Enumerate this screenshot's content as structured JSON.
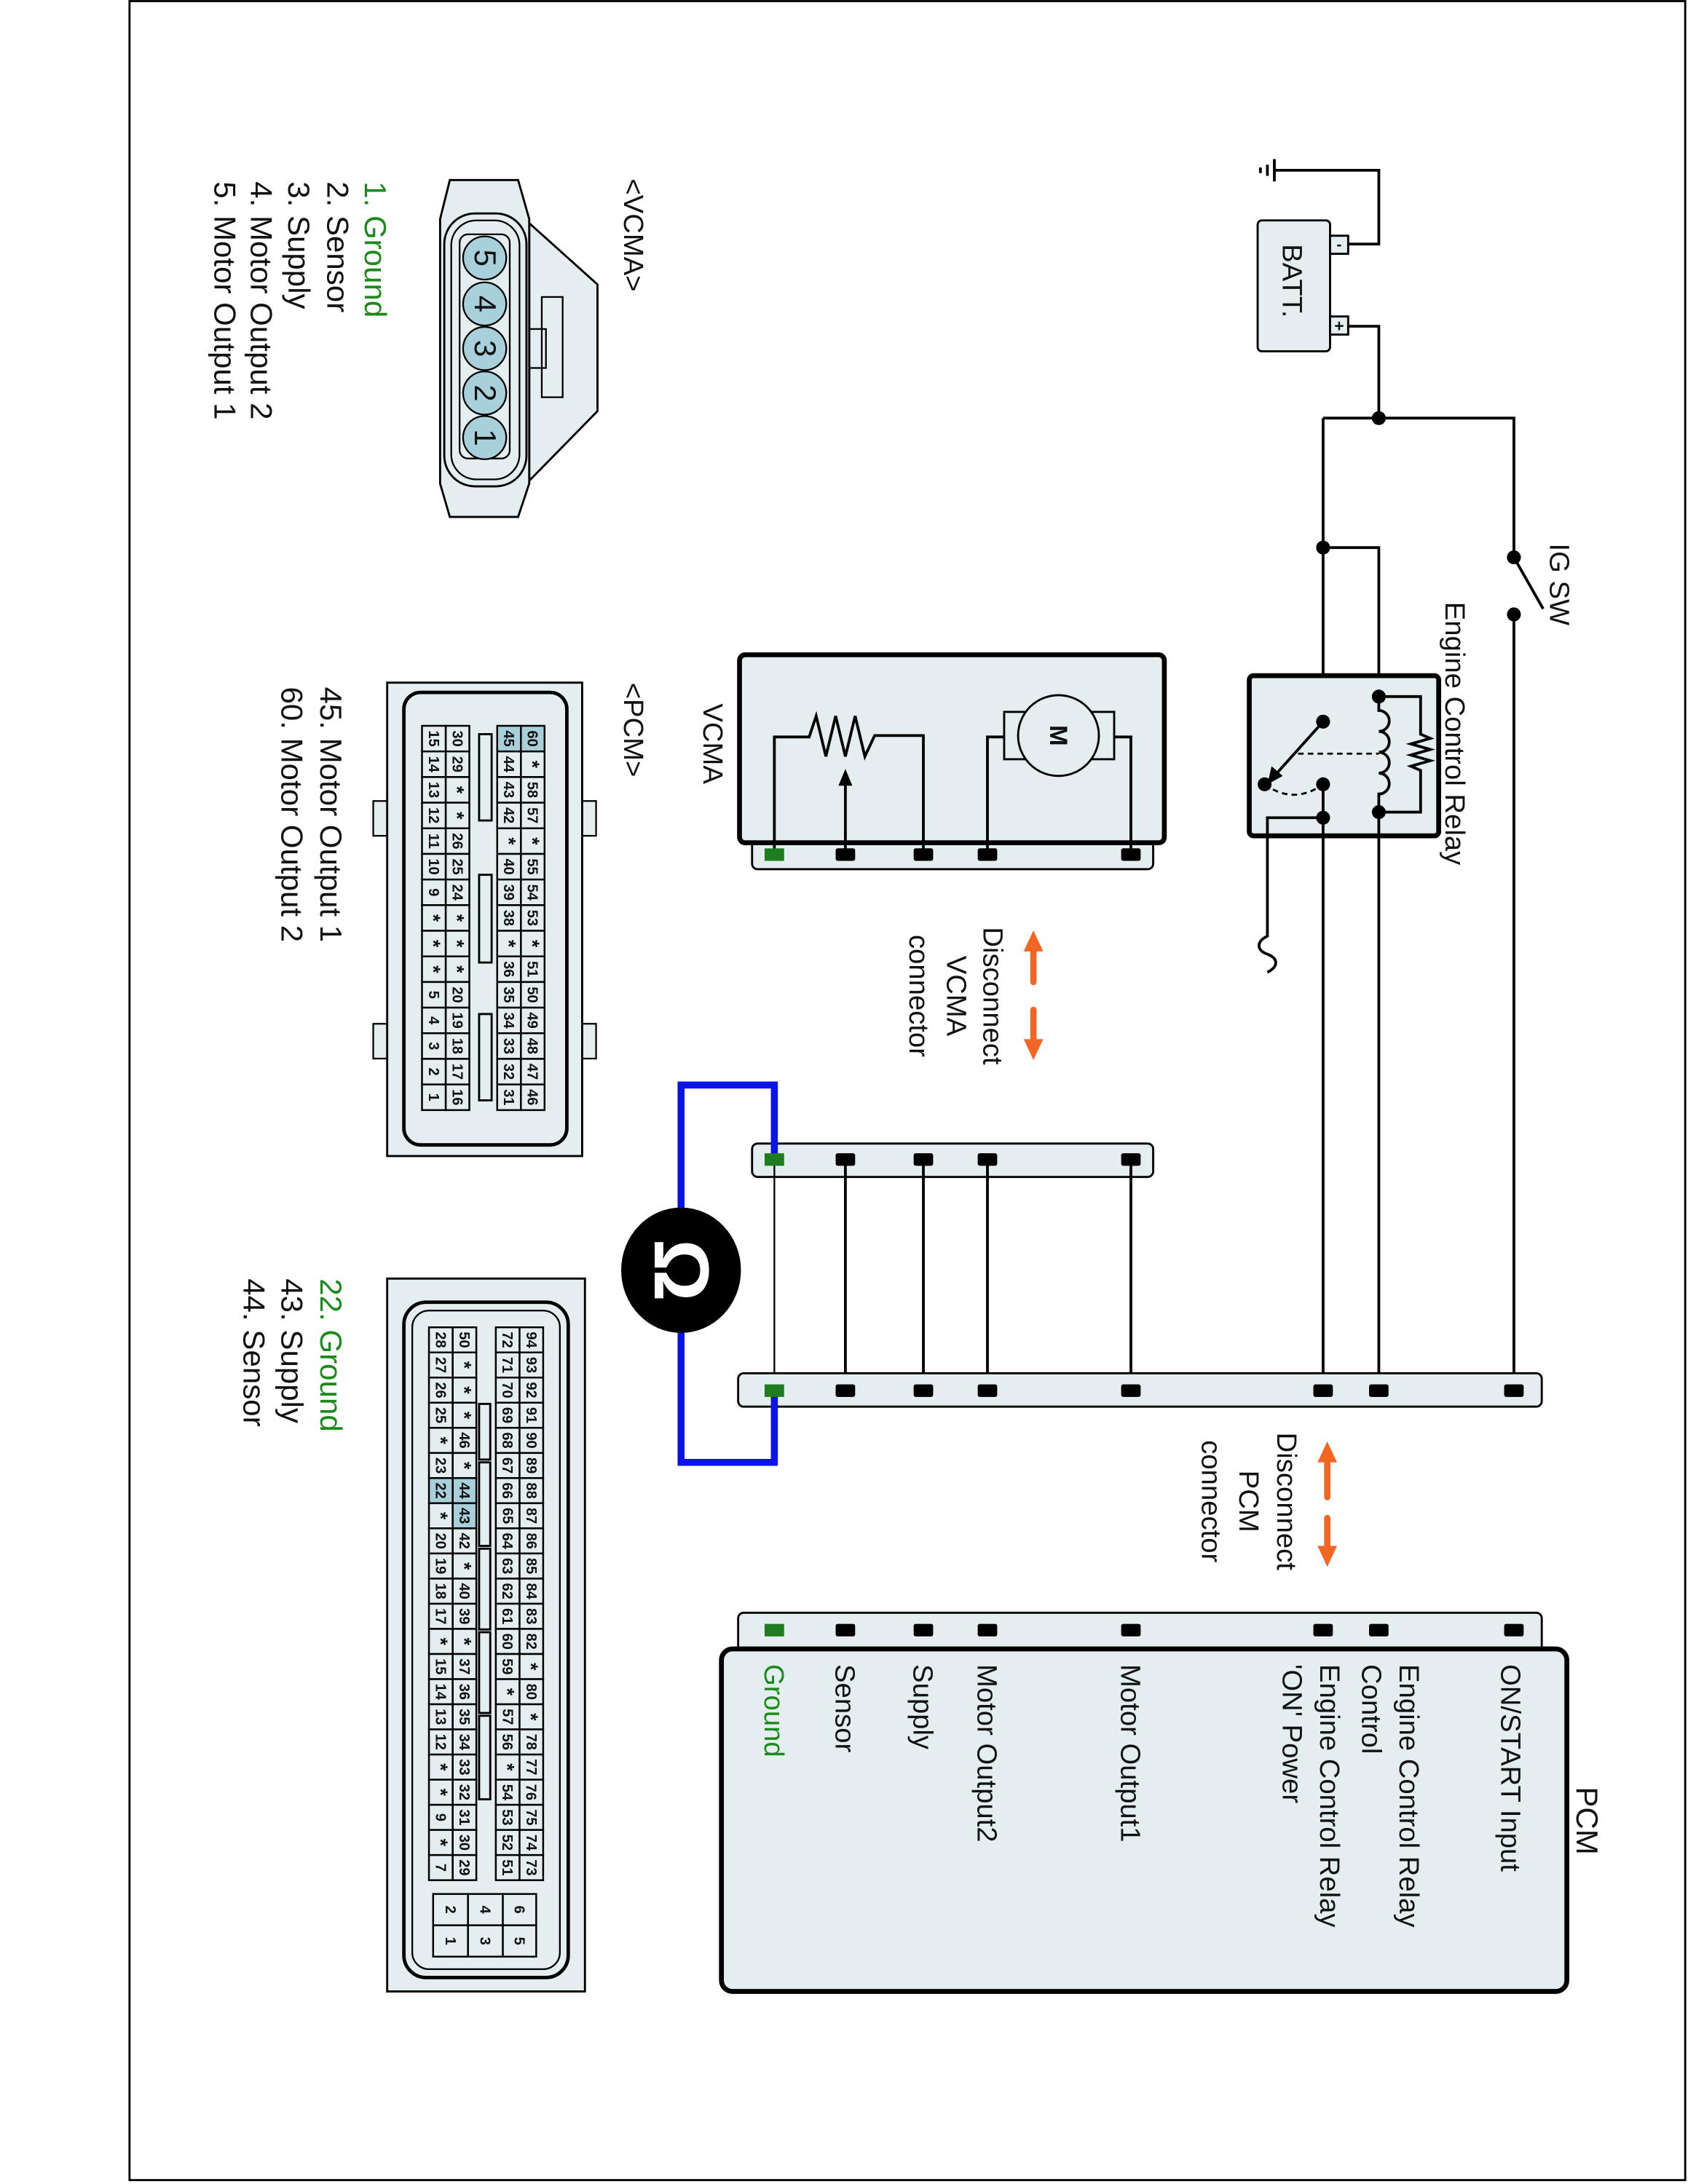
{
  "colors": {
    "panel": "#e4eef0",
    "highlight": "#a8d0da",
    "ground_green": "#1a8a1a",
    "probe_blue": "#0a14e6",
    "arrow_orange": "#f26522"
  },
  "diagram": {
    "battery_label": "BATT.",
    "battery_neg": "-",
    "battery_pos": "+",
    "ig_switch_label": "IG SW",
    "relay_label": "Engine Control Relay",
    "vcma_label": "VCMA",
    "motor_symbol": "M",
    "ohmmeter_symbol": "Ω",
    "pcm_label": "PCM",
    "pcm_pins": {
      "on_start": "ON/START Input",
      "relay_control_1": "Engine Control Relay",
      "relay_control_2": "Control",
      "relay_power_1": "Engine Control Relay",
      "relay_power_2": "'ON' Power",
      "motor_output1": "Motor Output1",
      "motor_output2": "Motor Output2",
      "supply": "Supply",
      "sensor": "Sensor",
      "ground": "Ground"
    },
    "disconnect_vcma": [
      "Disconnect",
      "VCMA",
      "connector"
    ],
    "disconnect_pcm": [
      "Disconnect",
      "PCM",
      "connector"
    ]
  },
  "vcma_connector": {
    "title": "<VCMA>",
    "pins": [
      "5",
      "4",
      "3",
      "2",
      "1"
    ],
    "legend": [
      {
        "text": "1. Ground",
        "highlight": true
      },
      {
        "text": "2. Sensor",
        "highlight": false
      },
      {
        "text": "3. Supply",
        "highlight": false
      },
      {
        "text": "4. Motor Output 2",
        "highlight": false
      },
      {
        "text": "5. Motor Output 1",
        "highlight": false
      }
    ]
  },
  "pcm_connector_60": {
    "title": "<PCM>",
    "rows": [
      [
        "60",
        "*",
        "58",
        "57",
        "*",
        "55",
        "54",
        "53",
        "*",
        "51",
        "50",
        "49",
        "48",
        "47",
        "46"
      ],
      [
        "45",
        "44",
        "43",
        "42",
        "*",
        "40",
        "39",
        "38",
        "*",
        "36",
        "35",
        "34",
        "33",
        "32",
        "31"
      ],
      [
        "30",
        "29",
        "*",
        "*",
        "26",
        "25",
        "24",
        "*",
        "*",
        "*",
        "20",
        "19",
        "18",
        "17",
        "16"
      ],
      [
        "15",
        "14",
        "13",
        "12",
        "11",
        "10",
        "9",
        "*",
        "*",
        "*",
        "5",
        "4",
        "3",
        "2",
        "1"
      ]
    ],
    "highlighted": [
      "60",
      "45"
    ],
    "legend": [
      {
        "text": "45. Motor Output 1",
        "highlight": false
      },
      {
        "text": "60. Motor Output 2",
        "highlight": false
      }
    ]
  },
  "pcm_connector_94": {
    "rows": [
      [
        "94",
        "93",
        "92",
        "91",
        "90",
        "89",
        "88",
        "87",
        "86",
        "85",
        "84",
        "83",
        "82",
        "*",
        "80",
        "*",
        "78",
        "77",
        "76",
        "75",
        "74",
        "73"
      ],
      [
        "72",
        "71",
        "70",
        "69",
        "68",
        "67",
        "66",
        "65",
        "64",
        "63",
        "62",
        "61",
        "60",
        "59",
        "*",
        "57",
        "56",
        "*",
        "54",
        "53",
        "52",
        "51"
      ],
      [
        "50",
        "*",
        "*",
        "*",
        "46",
        "*",
        "44",
        "43",
        "42",
        "*",
        "40",
        "39",
        "*",
        "37",
        "36",
        "35",
        "34",
        "33",
        "32",
        "31",
        "30",
        "29"
      ],
      [
        "28",
        "27",
        "26",
        "25",
        "*",
        "23",
        "22",
        "*",
        "20",
        "19",
        "18",
        "17",
        "*",
        "15",
        "14",
        "13",
        "12",
        "*",
        "*",
        "9",
        "*",
        "7"
      ]
    ],
    "aux_rows": [
      [
        "6",
        "4",
        "2"
      ],
      [
        "5",
        "3",
        "1"
      ]
    ],
    "highlighted": [
      "44",
      "43",
      "22"
    ],
    "legend": [
      {
        "text": "22. Ground",
        "highlight": true
      },
      {
        "text": "43. Supply",
        "highlight": false
      },
      {
        "text": "44. Sensor",
        "highlight": false
      }
    ]
  }
}
